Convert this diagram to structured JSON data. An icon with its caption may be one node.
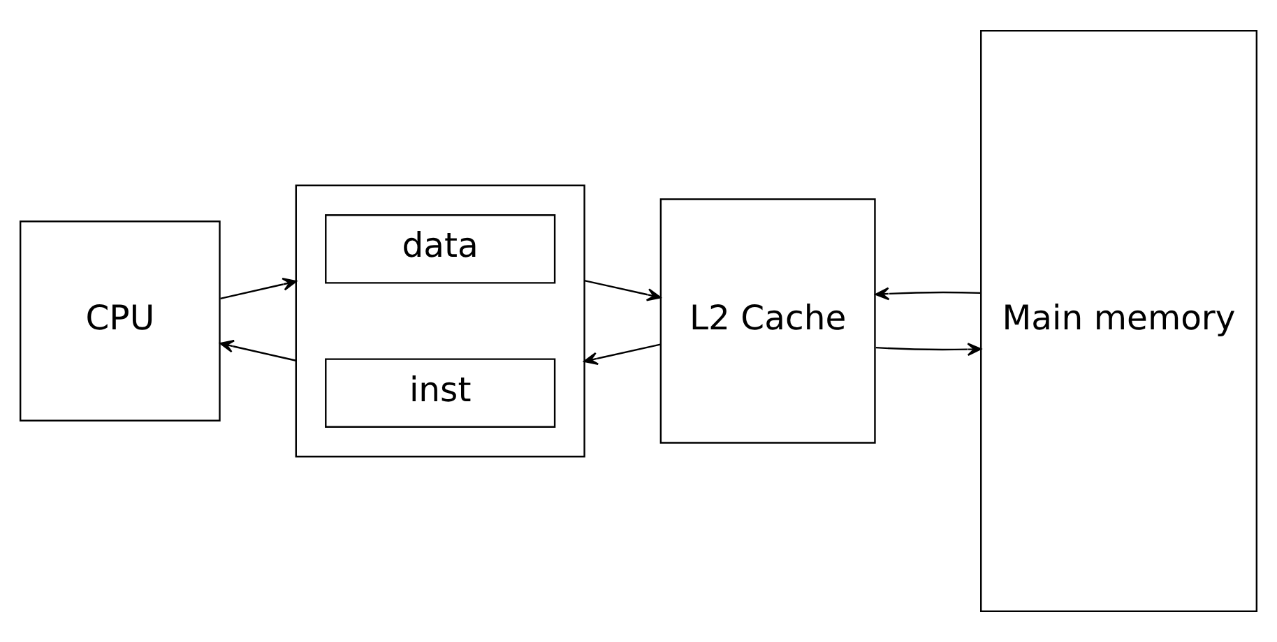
{
  "diagram": {
    "nodes": [
      {
        "text": [
          "CPU"
        ]
      },
      {
        "text": [],
        "shape": "box"
      },
      {
        "text": [
          "data"
        ],
        "in": 1
      },
      {
        "text": [
          "inst"
        ],
        "in": 1
      },
      {
        "text": [
          "L2 Cache"
        ]
      },
      {
        "text": [
          "Main memory"
        ]
      }
    ],
    "edges": [
      {
        "from": 0,
        "to": 1,
        "arrow": "to"
      },
      {
        "from": 1,
        "to": 0,
        "arrow": "to"
      },
      {
        "from": 1,
        "to": 4,
        "arrow": "to"
      },
      {
        "from": 4,
        "to": 1,
        "arrow": "to"
      },
      {
        "from": 4,
        "to": 5,
        "arrow": "to"
      },
      {
        "from": 5,
        "to": 4,
        "arrow": "to"
      }
    ]
  }
}
